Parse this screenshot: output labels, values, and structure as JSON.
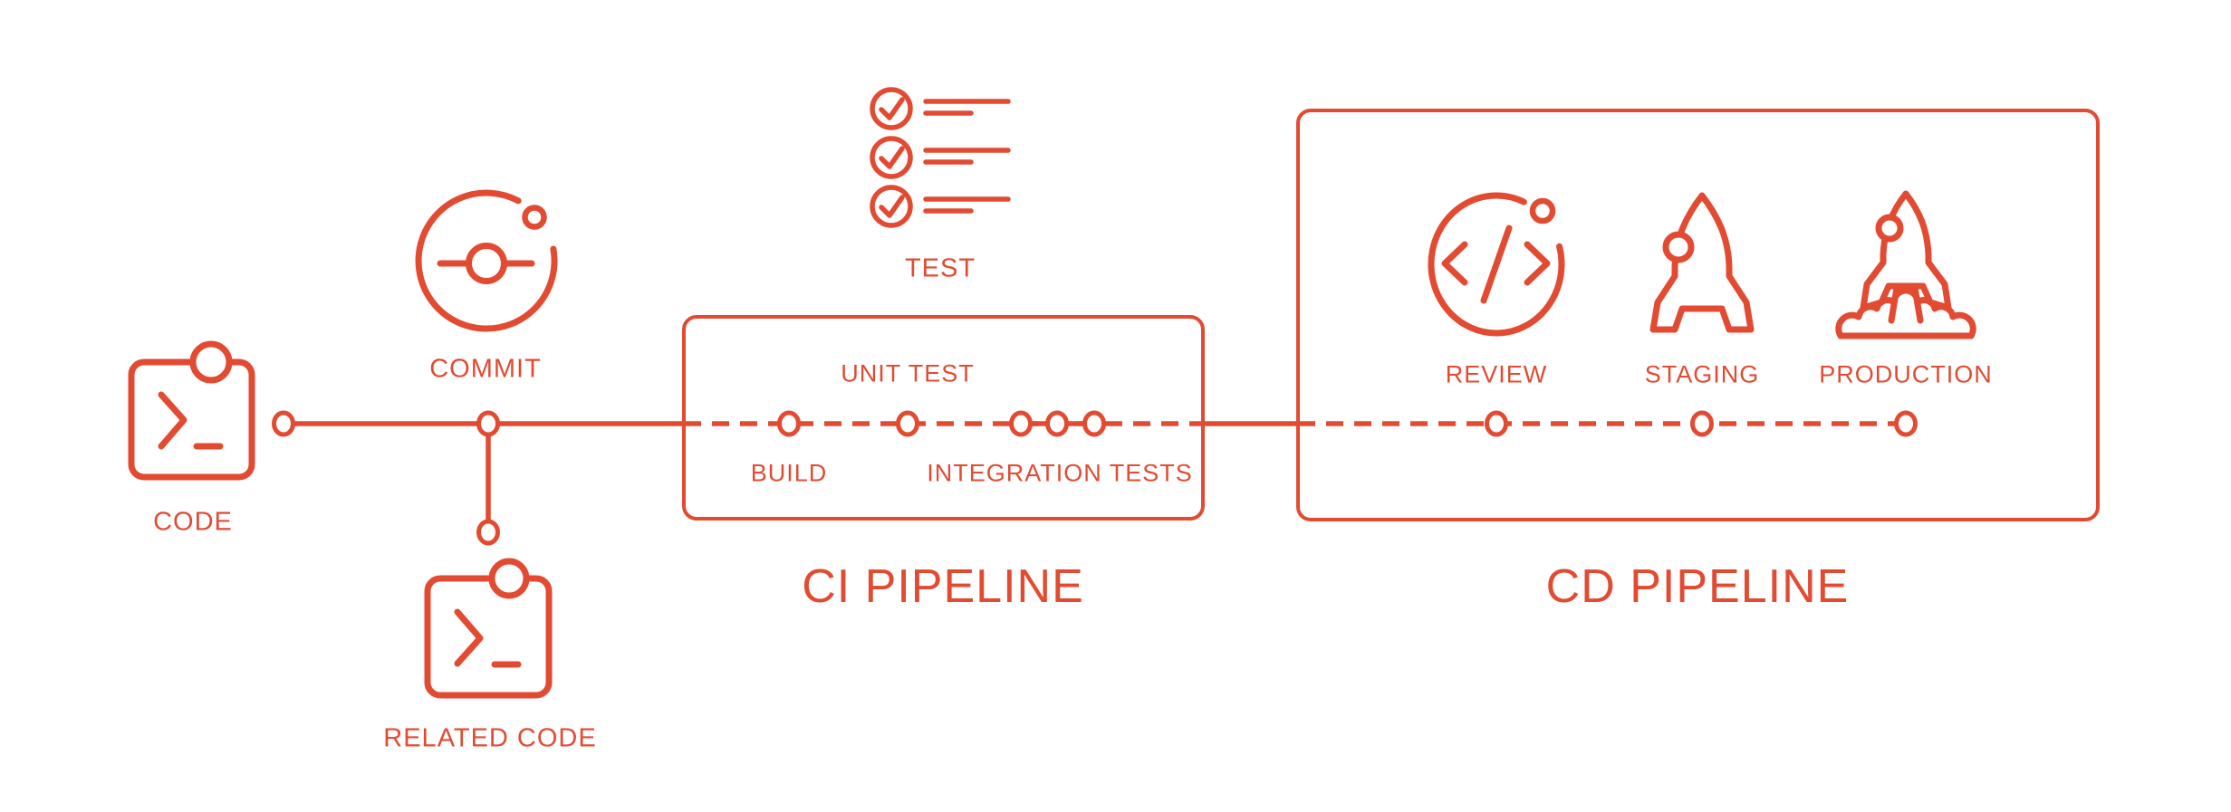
{
  "accent": "#e24b31",
  "background": "#ffffff",
  "source": {
    "code_label": "CODE",
    "commit_label": "COMMIT",
    "related_code_label": "RELATED CODE"
  },
  "ci": {
    "title": "CI PIPELINE",
    "test_label": "TEST",
    "unit_test_label": "UNIT TEST",
    "build_label": "BUILD",
    "integration_tests_label": "INTEGRATION TESTS"
  },
  "cd": {
    "title": "CD PIPELINE",
    "review_label": "REVIEW",
    "staging_label": "STAGING",
    "production_label": "PRODUCTION"
  },
  "icons": {
    "code": "terminal-icon",
    "related_code": "terminal-icon",
    "commit": "commit-orbit-icon",
    "test": "checklist-icon",
    "review": "code-review-icon",
    "staging": "rocket-standing-icon",
    "production": "rocket-launch-icon"
  }
}
